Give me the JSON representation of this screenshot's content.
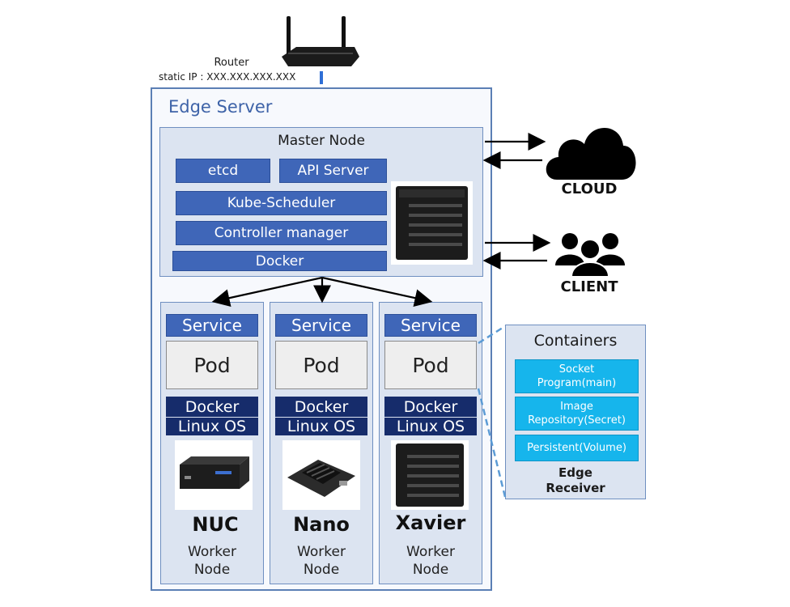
{
  "router": {
    "label": "Router",
    "ip": "static IP : XXX.XXX.XXX.XXX"
  },
  "edge_server": {
    "title": "Edge Server"
  },
  "master": {
    "title": "Master Node",
    "components": {
      "etcd": "etcd",
      "api": "API Server",
      "scheduler": "Kube-Scheduler",
      "controller": "Controller manager",
      "docker": "Docker"
    }
  },
  "external": {
    "cloud": "CLOUD",
    "client": "CLIENT"
  },
  "workers": [
    {
      "service": "Service",
      "pod": "Pod",
      "docker": "Docker",
      "os": "Linux OS",
      "device": "NUC",
      "role_1": "Worker",
      "role_2": "Node"
    },
    {
      "service": "Service",
      "pod": "Pod",
      "docker": "Docker",
      "os": "Linux OS",
      "device": "Nano",
      "role_1": "Worker",
      "role_2": "Node"
    },
    {
      "service": "Service",
      "pod": "Pod",
      "docker": "Docker",
      "os": "Linux OS",
      "device": "Xavier",
      "role_1": "Worker",
      "role_2": "Node"
    }
  ],
  "containers": {
    "title": "Containers",
    "items": [
      "Socket Program(main)",
      "Image Repository(Secret)",
      "Persistent(Volume)"
    ],
    "footer_1": "Edge",
    "footer_2": "Receiver"
  },
  "colors": {
    "accent": "#3f66b8",
    "dark": "#162c6b",
    "cyan": "#16b5ec",
    "panel": "#dce4f1"
  },
  "icons": [
    "router-icon",
    "server-icon",
    "cloud-icon",
    "users-icon",
    "nuc-icon",
    "jetson-nano-icon",
    "xavier-icon"
  ]
}
